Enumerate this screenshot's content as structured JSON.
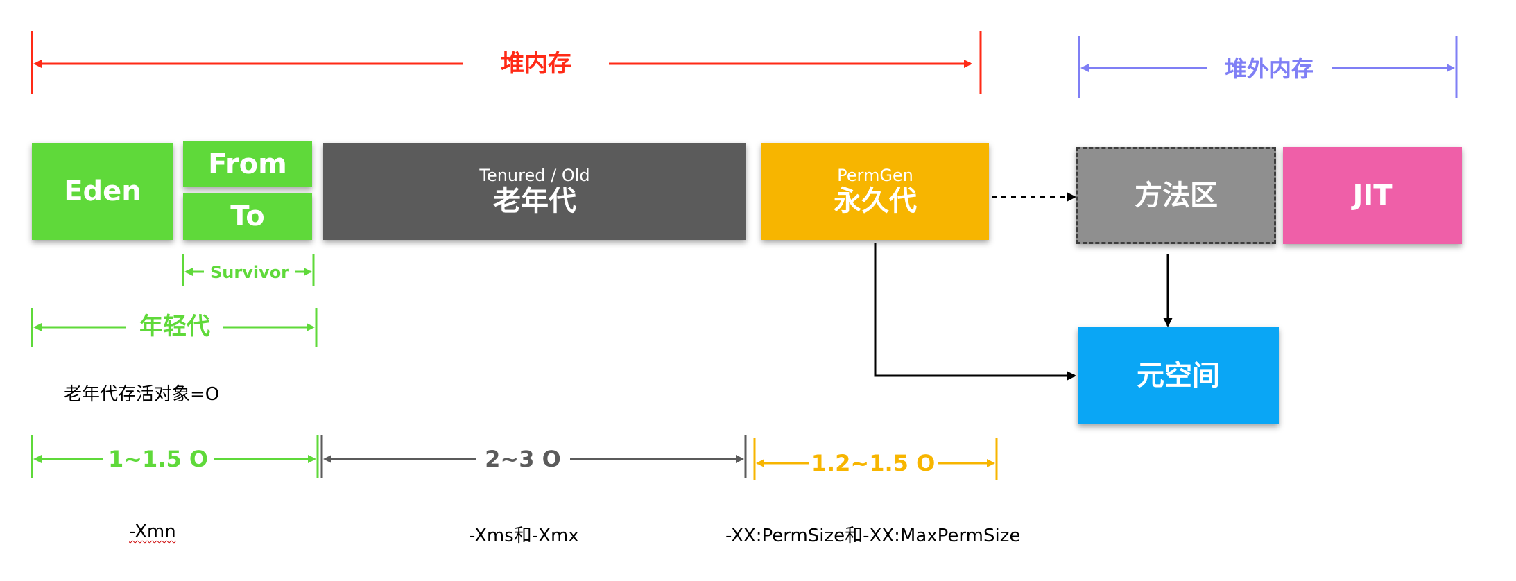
{
  "colors": {
    "red": "#ff2a16",
    "blue": "#7f7ff5",
    "green": "#5fd93a",
    "dark_gray": "#5b5b5b",
    "gray": "#8f8f8f",
    "orange": "#f7b500",
    "pink": "#ef5fa8",
    "cyan": "#0aa6f5",
    "black": "#000000"
  },
  "ranges": {
    "heap": "堆内存",
    "offheap": "堆外内存",
    "survivor": "Survivor",
    "young": "年轻代",
    "young_size": "1~1.5 O",
    "old_size": "2~3 O",
    "perm_size": "1.2~1.5 O"
  },
  "blocks": {
    "eden": "Eden",
    "from": "From",
    "to": "To",
    "old_en": "Tenured / Old",
    "old_cn": "老年代",
    "perm_en": "PermGen",
    "perm_cn": "永久代",
    "method_area": "方法区",
    "jit": "JIT",
    "metaspace": "元空间"
  },
  "notes": {
    "old_live": "老年代存活对象=O",
    "xmn": "-Xmn",
    "xms_xmx": "-Xms和-Xmx",
    "permsize": "-XX:PermSize和-XX:MaxPermSize"
  }
}
